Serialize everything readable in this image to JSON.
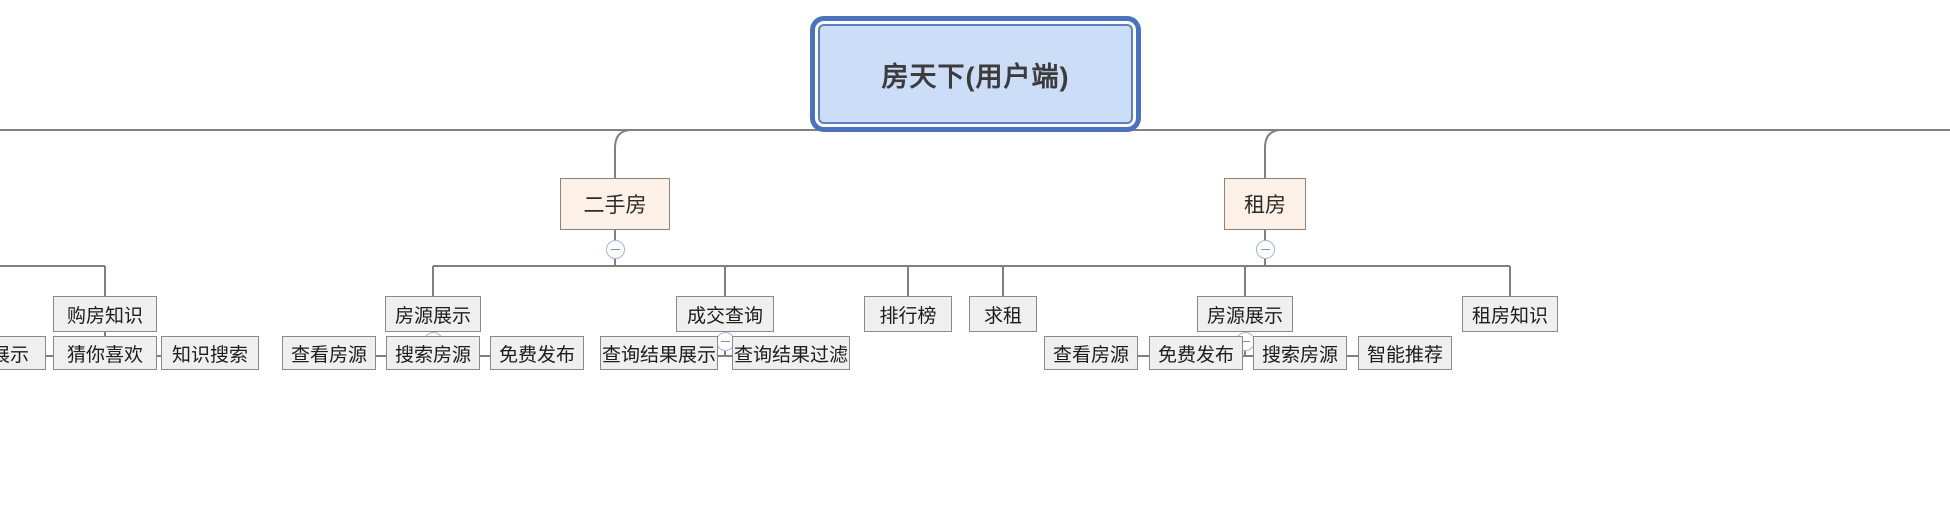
{
  "diagram": {
    "type": "mindmap-tree",
    "orientation": "top-down",
    "background_color": "#ffffff"
  },
  "colors": {
    "root_fill": "#ccddf8",
    "root_border": "#4a72bd",
    "category_fill": "#fdf1e7",
    "category_border": "#8e8379",
    "node_fill": "#efefef",
    "node_border": "#8a8a8a",
    "edge": "#808080",
    "toggle_border": "#9fb4e0"
  },
  "nodes": {
    "root": {
      "label": "房天下(用户端)"
    },
    "level2": [
      {
        "label": "二手房"
      },
      {
        "label": "租房"
      }
    ],
    "level3": [
      {
        "label": "购房知识"
      },
      {
        "label": "房源展示"
      },
      {
        "label": "成交查询"
      },
      {
        "label": "排行榜"
      },
      {
        "label": "求租"
      },
      {
        "label": "房源展示"
      },
      {
        "label": "租房知识"
      }
    ],
    "level4": [
      {
        "label": "展示"
      },
      {
        "label": "猜你喜欢"
      },
      {
        "label": "知识搜索"
      },
      {
        "label": "查看房源"
      },
      {
        "label": "搜索房源"
      },
      {
        "label": "免费发布"
      },
      {
        "label": "查询结果展示"
      },
      {
        "label": "查询结果过滤"
      },
      {
        "label": "查看房源"
      },
      {
        "label": "免费发布"
      },
      {
        "label": "搜索房源"
      },
      {
        "label": "智能推荐"
      }
    ]
  },
  "toggles": [
    {
      "name": "collapse-toggle-ershoufang",
      "state": "expanded",
      "glyph": "minus"
    },
    {
      "name": "collapse-toggle-zufang",
      "state": "expanded",
      "glyph": "minus"
    },
    {
      "name": "collapse-toggle-fangyuanzhanshi-left",
      "state": "expanded",
      "glyph": "minus"
    },
    {
      "name": "collapse-toggle-chengjiaochaxun",
      "state": "expanded",
      "glyph": "minus"
    },
    {
      "name": "collapse-toggle-fangyuanzhanshi-right",
      "state": "expanded",
      "glyph": "minus"
    }
  ]
}
